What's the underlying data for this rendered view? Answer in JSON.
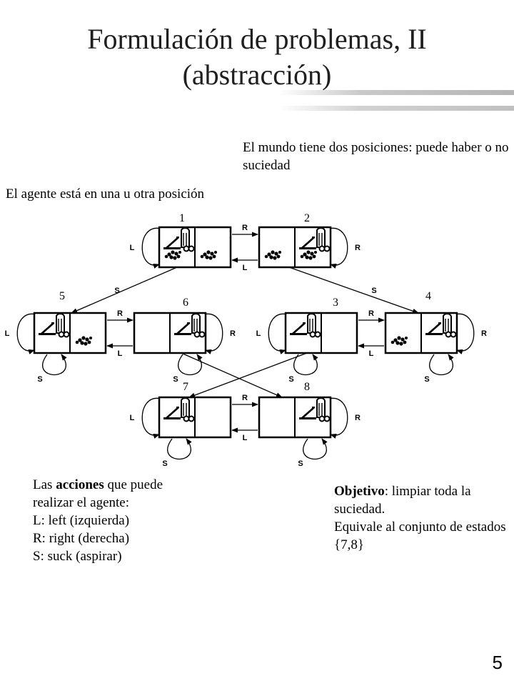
{
  "slide": {
    "title_line1": "Formulación de problemas, II",
    "title_line2": "(abstracción)",
    "page_number": "5"
  },
  "notes": {
    "world": "El mundo tiene dos posiciones: puede haber o no suciedad",
    "agent": "El agente está en una u otra posición",
    "actions_lead": "Las ",
    "actions_bold": "acciones",
    "actions_tail": " que puede realizar el agente:",
    "action_left": "L: left (izquierda)",
    "action_right": "R: right (derecha)",
    "action_suck": "S: suck (aspirar)",
    "goal_bold": "Objetivo",
    "goal_tail": ": limpiar toda la suciedad.",
    "goal_equiv": "Equivale al conjunto de estados {7,8}"
  },
  "diagram": {
    "action_labels": {
      "left": "L",
      "right": "R",
      "suck": "S"
    },
    "states": [
      {
        "id": "1",
        "agent": "left",
        "dirt_left": true,
        "dirt_right": true
      },
      {
        "id": "2",
        "agent": "right",
        "dirt_left": true,
        "dirt_right": true
      },
      {
        "id": "3",
        "agent": "left",
        "dirt_left": false,
        "dirt_right": false
      },
      {
        "id": "4",
        "agent": "right",
        "dirt_left": true,
        "dirt_right": false
      },
      {
        "id": "5",
        "agent": "left",
        "dirt_left": false,
        "dirt_right": true
      },
      {
        "id": "6",
        "agent": "right",
        "dirt_left": false,
        "dirt_right": false
      },
      {
        "id": "7",
        "agent": "left",
        "dirt_left": false,
        "dirt_right": false
      },
      {
        "id": "8",
        "agent": "right",
        "dirt_left": false,
        "dirt_right": false
      }
    ],
    "transitions": [
      {
        "from": "1",
        "to": "2",
        "action": "R"
      },
      {
        "from": "2",
        "to": "1",
        "action": "L"
      },
      {
        "from": "1",
        "to": "5",
        "action": "S"
      },
      {
        "from": "2",
        "to": "4",
        "action": "S"
      },
      {
        "from": "5",
        "to": "6",
        "action": "R"
      },
      {
        "from": "6",
        "to": "5",
        "action": "L"
      },
      {
        "from": "3",
        "to": "4",
        "action": "R"
      },
      {
        "from": "4",
        "to": "3",
        "action": "L"
      },
      {
        "from": "6",
        "to": "8",
        "action": "S"
      },
      {
        "from": "3",
        "to": "7",
        "action": "S"
      },
      {
        "from": "7",
        "to": "8",
        "action": "R"
      },
      {
        "from": "8",
        "to": "7",
        "action": "L"
      }
    ]
  }
}
